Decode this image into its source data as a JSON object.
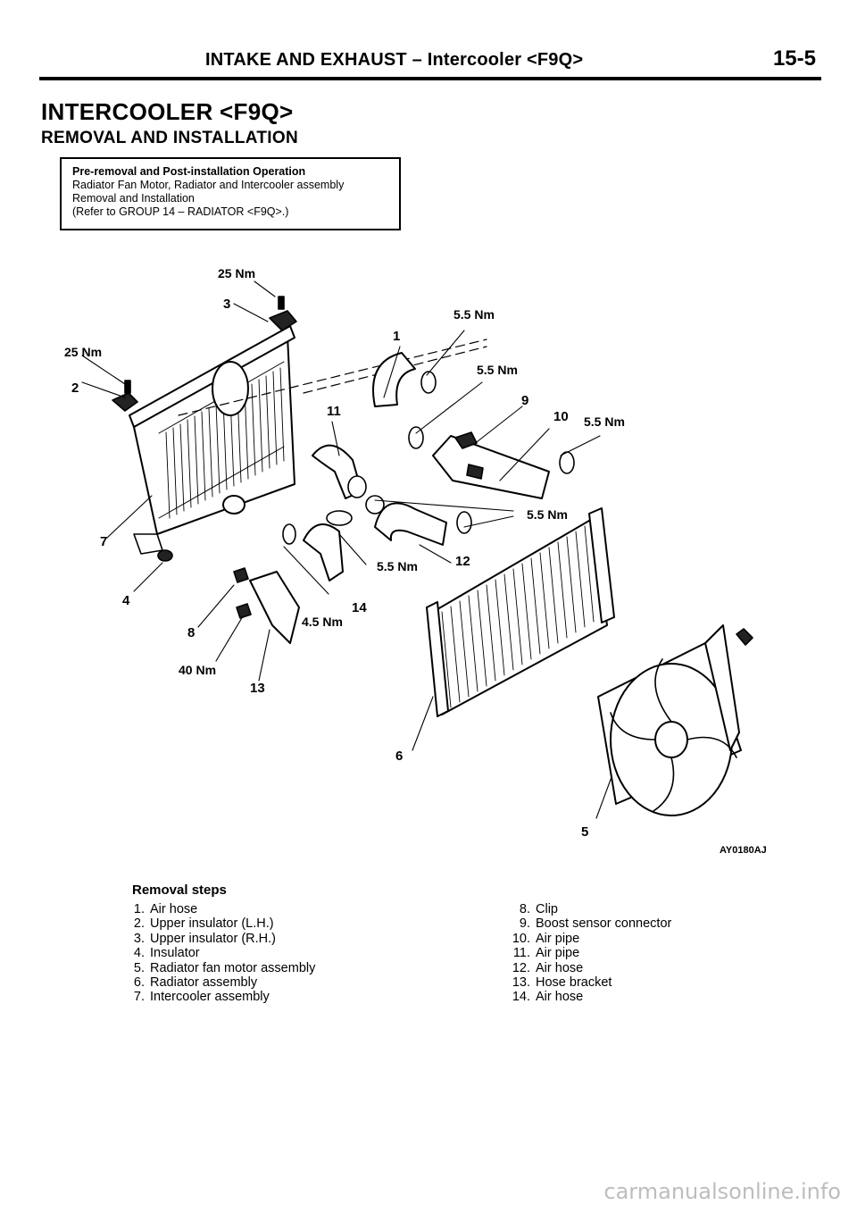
{
  "header": {
    "section": "INTAKE AND EXHAUST",
    "separator": "–",
    "subsection": "Intercooler <F9Q>",
    "page_number": "15-5"
  },
  "title": "INTERCOOLER <F9Q>",
  "subtitle": "REMOVAL AND INSTALLATION",
  "note": {
    "heading": "Pre-removal and Post-installation Operation",
    "lines": [
      "Radiator Fan Motor, Radiator and Intercooler assembly",
      "Removal and Installation",
      "(Refer to GROUP 14 – RADIATOR <F9Q>.)"
    ]
  },
  "figure": {
    "code": "AY0180AJ",
    "torque_labels": [
      "25 Nm",
      "25 Nm",
      "5.5 Nm",
      "5.5 Nm",
      "5.5 Nm",
      "5.5 Nm",
      "5.5 Nm",
      "4.5 Nm",
      "40 Nm"
    ],
    "part_numbers": [
      "1",
      "2",
      "3",
      "4",
      "5",
      "6",
      "7",
      "8",
      "9",
      "10",
      "11",
      "12",
      "13",
      "14"
    ]
  },
  "removal_steps": {
    "title": "Removal steps",
    "left": [
      {
        "n": "1.",
        "text": "Air hose"
      },
      {
        "n": "2.",
        "text": "Upper insulator (L.H.)"
      },
      {
        "n": "3.",
        "text": "Upper insulator (R.H.)"
      },
      {
        "n": "4.",
        "text": "Insulator"
      },
      {
        "n": "5.",
        "text": "Radiator fan motor assembly"
      },
      {
        "n": "6.",
        "text": "Radiator assembly"
      },
      {
        "n": "7.",
        "text": "Intercooler assembly"
      }
    ],
    "right": [
      {
        "n": "8.",
        "text": "Clip"
      },
      {
        "n": "9.",
        "text": "Boost sensor connector"
      },
      {
        "n": "10.",
        "text": "Air pipe"
      },
      {
        "n": "11.",
        "text": "Air pipe"
      },
      {
        "n": "12.",
        "text": "Air hose"
      },
      {
        "n": "13.",
        "text": "Hose bracket"
      },
      {
        "n": "14.",
        "text": "Air hose"
      }
    ]
  },
  "watermark": "carmanualsonline.info"
}
